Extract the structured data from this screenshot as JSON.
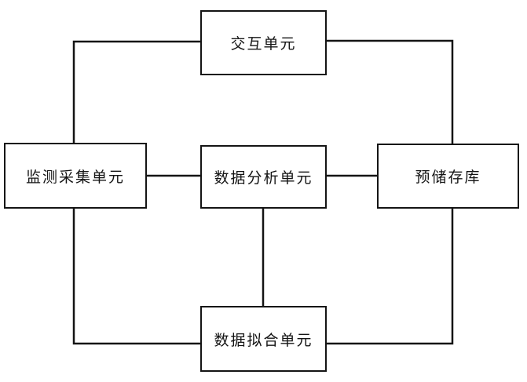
{
  "diagram": {
    "type": "block-diagram",
    "nodes": {
      "interaction": {
        "label": "交互单元"
      },
      "monitoring": {
        "label": "监测采集单元"
      },
      "analysis": {
        "label": "数据分析单元"
      },
      "storage": {
        "label": "预储存库"
      },
      "fitting": {
        "label": "数据拟合单元"
      }
    },
    "edges": [
      {
        "from": "interaction",
        "to": "monitoring"
      },
      {
        "from": "interaction",
        "to": "storage"
      },
      {
        "from": "monitoring",
        "to": "analysis"
      },
      {
        "from": "analysis",
        "to": "storage"
      },
      {
        "from": "analysis",
        "to": "fitting"
      },
      {
        "from": "monitoring",
        "to": "fitting"
      },
      {
        "from": "storage",
        "to": "fitting"
      }
    ],
    "colors": {
      "background": "#ffffff",
      "box_fill": "#ffffff",
      "box_border": "#141414",
      "line": "#141414",
      "text": "#141414"
    }
  }
}
